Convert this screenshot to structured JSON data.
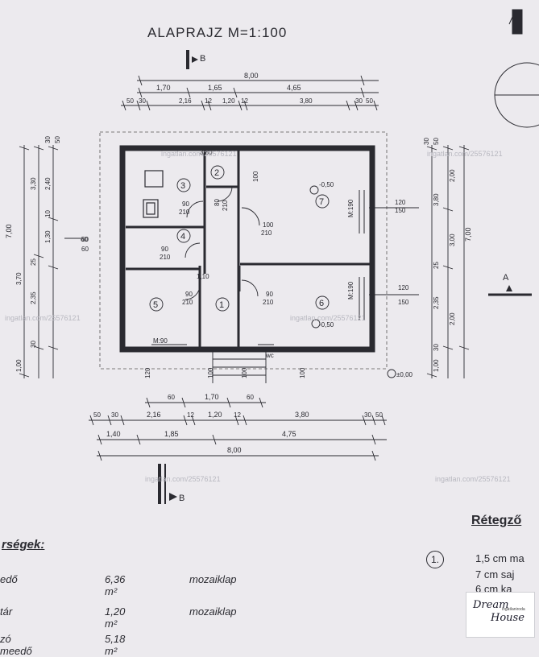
{
  "title": "ALAPRAJZ   M=1:100",
  "section_b": "B",
  "section_a": "A",
  "dims_top": {
    "overall": "8,00",
    "row2": [
      "1,70",
      "1,65",
      "4,65"
    ],
    "row3": [
      "50",
      "30",
      "2,16",
      "12",
      "1,20",
      "12",
      "3,80",
      "30",
      "50"
    ]
  },
  "dims_bottom": {
    "row1": [
      "60",
      "1,70",
      "60"
    ],
    "row2": [
      "50",
      "30",
      "2,16",
      "12",
      "1,20",
      "12",
      "3,80",
      "30",
      "50"
    ],
    "row3": [
      "1,40",
      "1,85",
      "4,75"
    ],
    "overall": "8,00"
  },
  "dims_left": [
    "7,00",
    "3,30",
    "2,40",
    "30",
    "50",
    "1,30",
    "10",
    "25",
    "3,70",
    "2,35",
    "30",
    "1,00",
    "60",
    "60"
  ],
  "dims_right": [
    "30",
    "50",
    "3,80",
    "2,00",
    "7,00",
    "3,00",
    "25",
    "2,35",
    "2,00",
    "30",
    "1,00",
    "120",
    "150",
    "120",
    "150"
  ],
  "rooms": [
    "1",
    "2",
    "3",
    "4",
    "5",
    "6",
    "7"
  ],
  "door_labels": [
    "90",
    "210",
    "80",
    "210",
    "100",
    "210",
    "90",
    "210",
    "90",
    "210",
    "90",
    "210",
    "100",
    "M:190",
    "M:190",
    "M:90",
    "1,10",
    "±0,00",
    "-0,50",
    "-0,50",
    "60",
    "120",
    "100",
    "100",
    "100",
    "wc",
    "3,80"
  ],
  "watermark": "ingatlan.com/25576121",
  "legend": {
    "heading": "rségek:",
    "rows": [
      {
        "name": "edő",
        "area": "6,36 m²",
        "floor": "mozaiklap"
      },
      {
        "name": "tár",
        "area": "1,20 m²",
        "floor": "mozaiklap"
      },
      {
        "name": "zó   meedő",
        "area": "5,18 m²",
        "floor": ""
      }
    ]
  },
  "layers": {
    "heading": "Rétegző",
    "number": "1.",
    "lines": [
      "1,5 cm  ma",
      "7 cm   saj",
      "6 cm   ka"
    ]
  },
  "logo": {
    "line1": "Dream",
    "line2": "House",
    "sub": "ingatlaniroda"
  }
}
